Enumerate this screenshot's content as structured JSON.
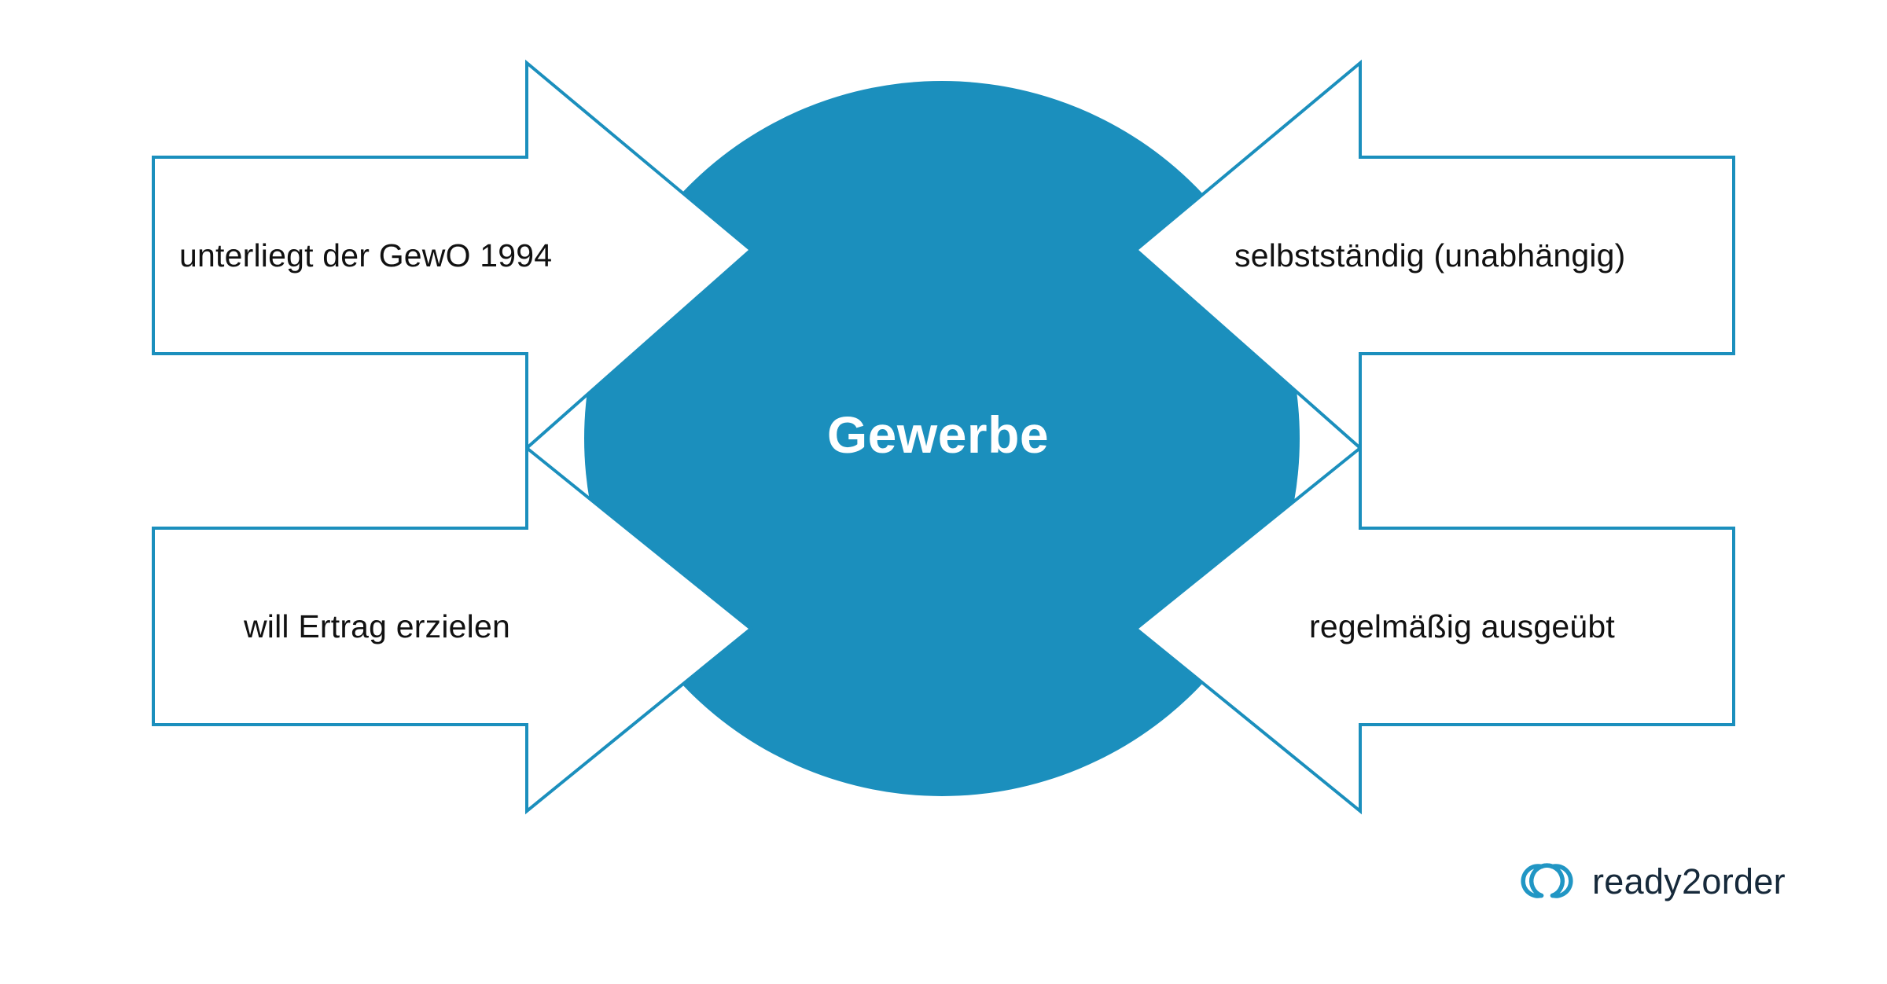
{
  "diagram": {
    "center": {
      "label": "Gewerbe",
      "shape": "circle",
      "fill_color": "#1b8fbd",
      "text_color": "#ffffff"
    },
    "accent_color": "#1b8fbd",
    "background_color": "#ffffff",
    "arrow_outline_color": "#1b8fbd",
    "arrow_fill_color": "#ffffff",
    "arrows": [
      {
        "id": "top-left",
        "label": "unterliegt der GewO 1994",
        "direction": "right",
        "position": "top-left"
      },
      {
        "id": "top-right",
        "label": "selbstständig (unabhängig)",
        "direction": "left",
        "position": "top-right"
      },
      {
        "id": "bottom-left",
        "label": "will Ertrag erzielen",
        "direction": "right",
        "position": "bottom-left"
      },
      {
        "id": "bottom-right",
        "label": "regelmäßig ausgeübt",
        "direction": "left",
        "position": "bottom-right"
      }
    ]
  },
  "brand": {
    "name": "ready2order",
    "mark_color": "#2196c4",
    "text_color": "#16293a",
    "mark_icon": "two-interlocking-rings-icon"
  }
}
